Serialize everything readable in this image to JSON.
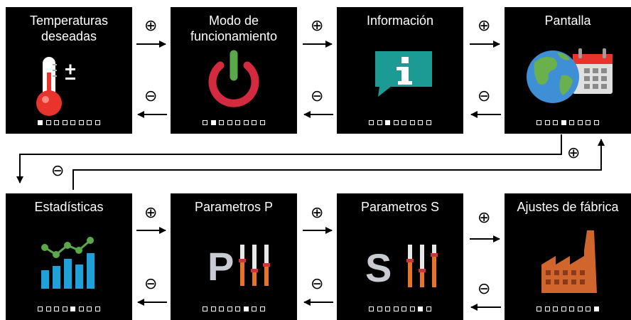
{
  "screens": [
    {
      "title": "Temperaturas\ndeseadas",
      "icon": "thermometer-plus-minus-icon",
      "active_index": 0
    },
    {
      "title": "Modo de\nfuncionamiento",
      "icon": "power-icon",
      "active_index": 1
    },
    {
      "title": "Información",
      "icon": "info-speech-bubble-icon",
      "active_index": 2
    },
    {
      "title": "Pantalla",
      "icon": "globe-calendar-icon",
      "active_index": 3
    },
    {
      "title": "Estadísticas",
      "icon": "bar-line-chart-icon",
      "active_index": 4
    },
    {
      "title": "Parametros P",
      "icon": "p-sliders-icon",
      "active_index": 5
    },
    {
      "title": "Parametros S",
      "icon": "s-sliders-icon",
      "active_index": 6
    },
    {
      "title": "Ajustes de fábrica",
      "icon": "factory-icon",
      "active_index": 7
    }
  ],
  "page_dot_count": 8,
  "plus_symbol": "⊕",
  "minus_symbol": "⊖",
  "colors": {
    "screen_bg": "#000000",
    "thermo_red": "#e8342c",
    "power_red": "#d42a3f",
    "power_green": "#5aa84a",
    "info_teal": "#1b9b94",
    "chart_green": "#5aa84a",
    "chart_blue": "#1ea0d8",
    "slider_orange": "#e8732a",
    "slider_red": "#c8383a",
    "letter_grey": "#c8ccd2",
    "factory_orange": "#d0662e"
  }
}
